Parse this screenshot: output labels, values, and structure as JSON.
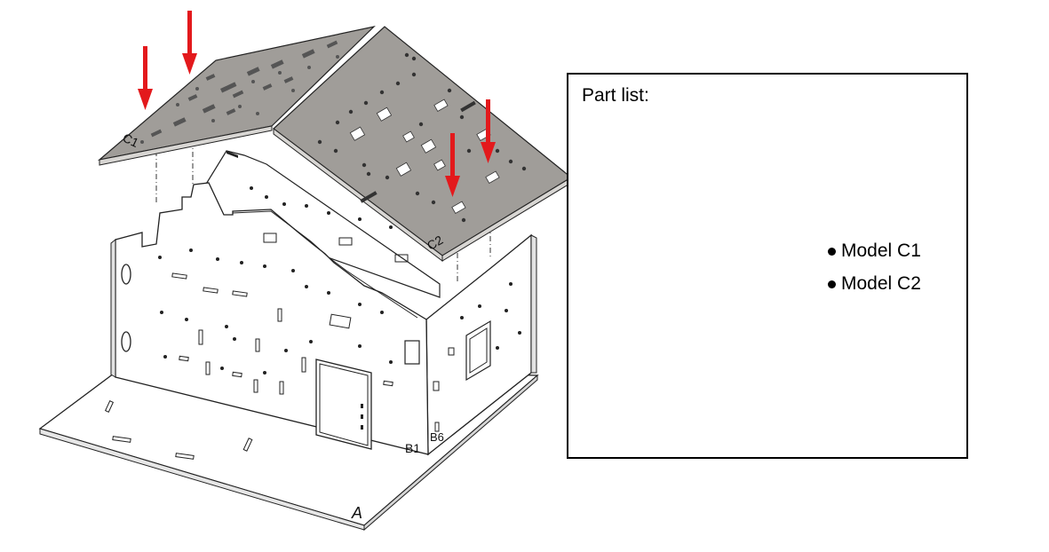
{
  "assembly_labels": {
    "base": "A",
    "front_wall": "B1",
    "side_wall": "B6",
    "roof_left": "C1",
    "roof_right": "C2"
  },
  "part_list": {
    "title": "Part list:",
    "panel_c1_label": "C1",
    "panel_c2_label": "C2",
    "models": [
      "Model C1",
      "Model C2"
    ]
  },
  "colors": {
    "roof_fill": "#a09d99",
    "arrow": "#e3191c",
    "line": "#222222"
  }
}
